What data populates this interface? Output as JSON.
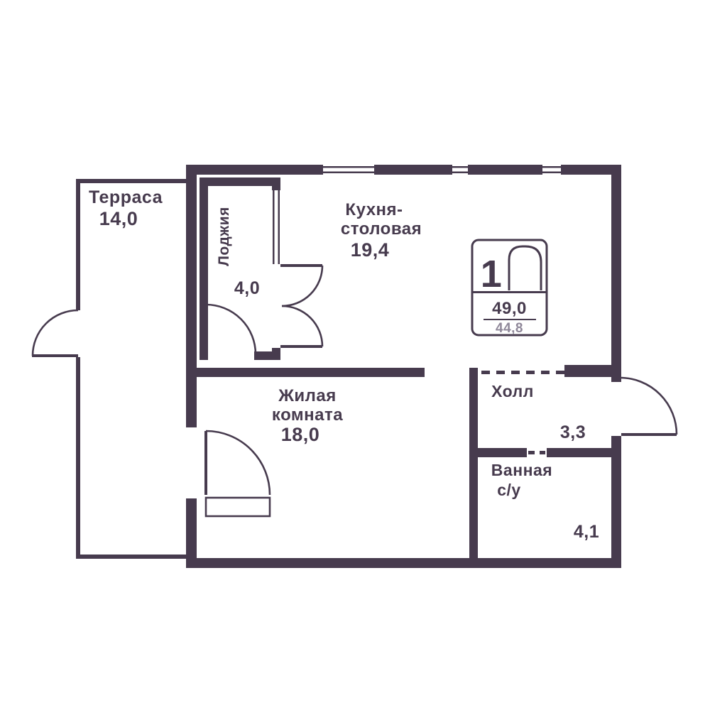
{
  "plan": {
    "type": "floor-plan",
    "badge": {
      "rooms_count": "1",
      "area_top": "49,0",
      "area_bottom": "44,8"
    },
    "rooms": {
      "terrace": {
        "name": "Терраса",
        "area": "14,0"
      },
      "loggia": {
        "name": "Лоджия",
        "area": "4,0"
      },
      "kitchen": {
        "name_line1": "Кухня-",
        "name_line2": "столовая",
        "area": "19,4"
      },
      "living": {
        "name_line1": "Жилая",
        "name_line2": "комната",
        "area": "18,0"
      },
      "hall": {
        "name": "Холл",
        "area": "3,3"
      },
      "bathroom": {
        "name": "Ванная",
        "name2": "с/у",
        "area": "4,1"
      }
    },
    "colors": {
      "wall": "#473b4e",
      "text": "#473b4e",
      "muted": "#8f8799",
      "bg": "#ffffff"
    }
  }
}
